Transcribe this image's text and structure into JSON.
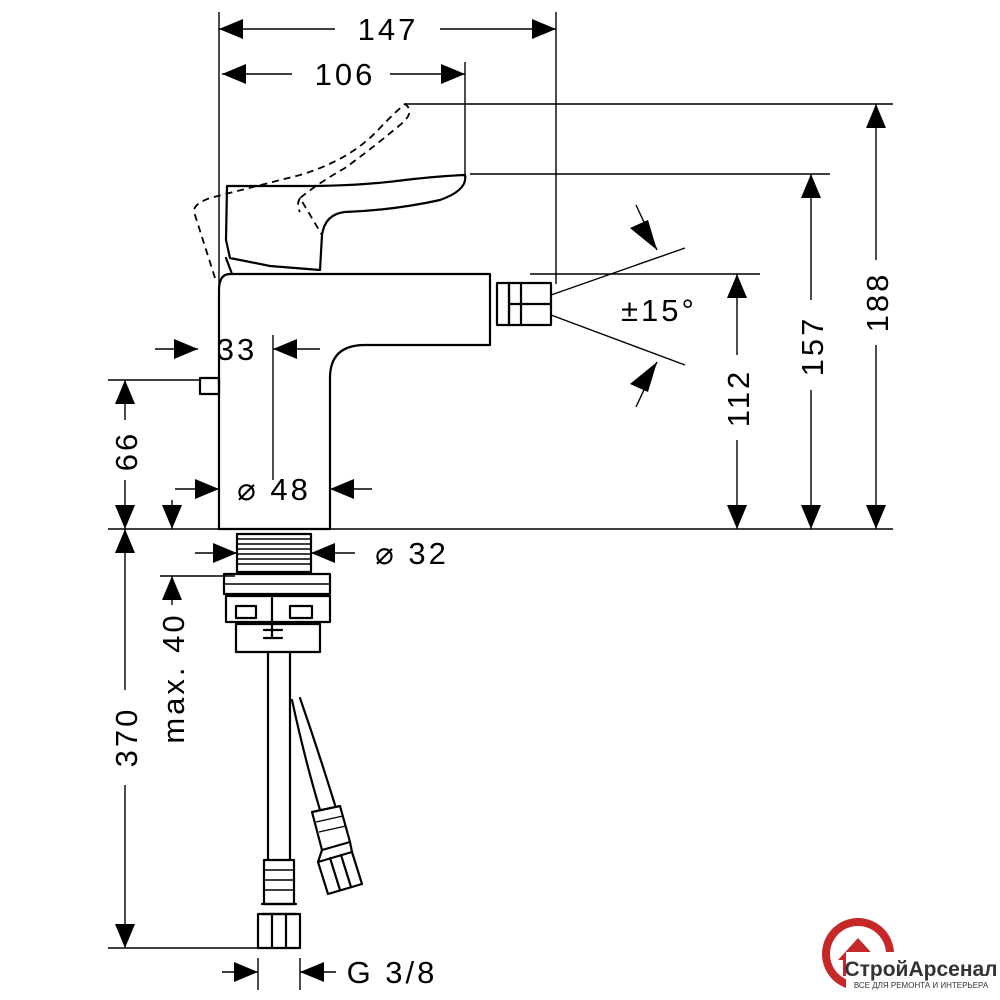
{
  "dimensions": {
    "width_total": "147",
    "width_lever": "106",
    "height_lever_raised": "188",
    "height_lever": "157",
    "height_spout": "112",
    "spout_angle": "±15°",
    "body_offset": "33",
    "body_diameter": "⌀ 48",
    "thread_diameter": "⌀ 32",
    "rod_height": "66",
    "hose_length": "370",
    "max_counter_thickness": "max. 40",
    "connection_thread": "G 3/8"
  },
  "logo": {
    "name": "СтройАрсенал",
    "tagline": "ВСЕ ДЛЯ РЕМОНТА И ИНТЕРЬЕРА",
    "color": "#c62828",
    "icon": "house-circle-icon"
  }
}
